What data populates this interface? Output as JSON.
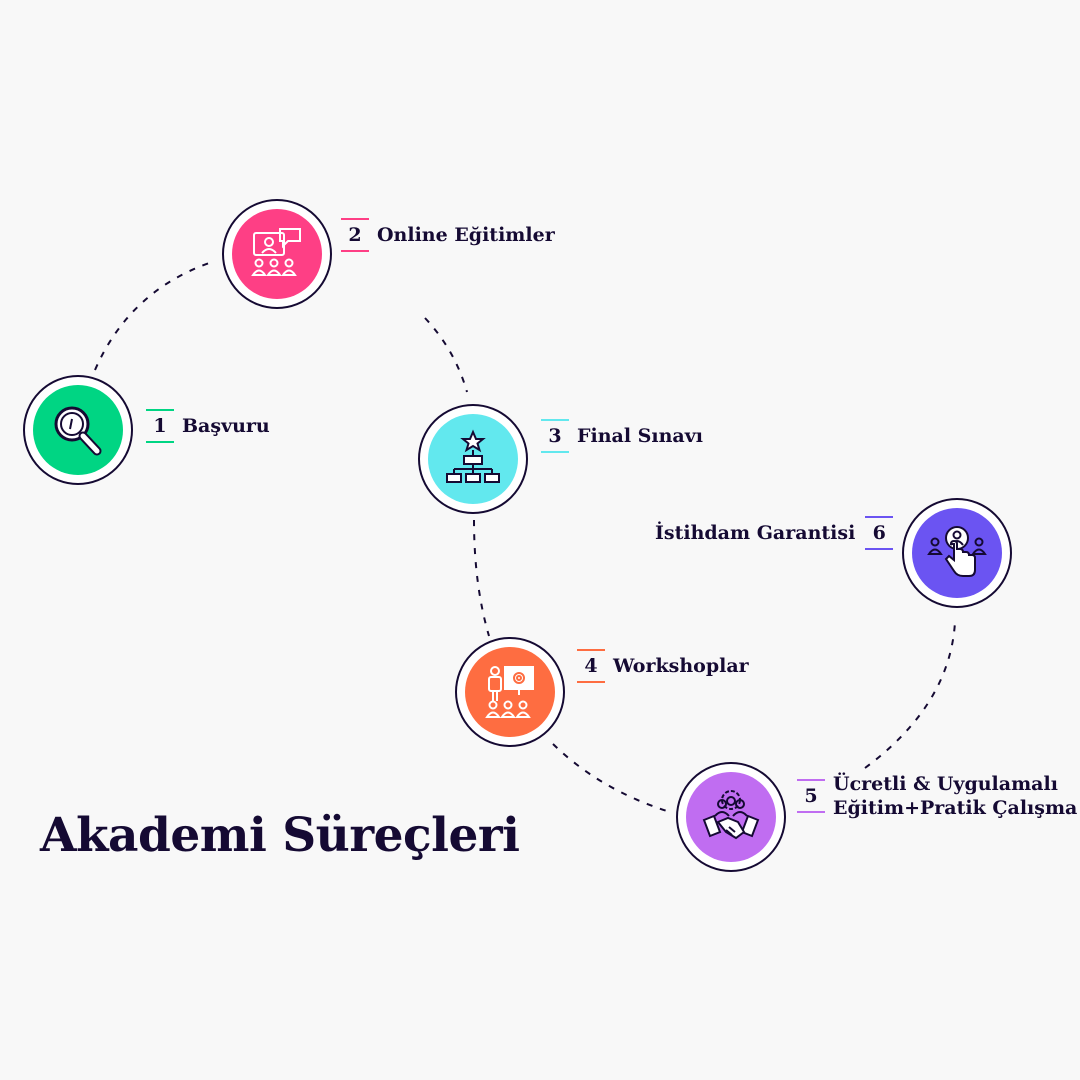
{
  "title": "Akademi Süreçleri",
  "steps": [
    {
      "number": "1",
      "label": "Başvuru",
      "color": "#00d583",
      "icon": "magnifier-icon"
    },
    {
      "number": "2",
      "label": "Online Eğitimler",
      "color": "#fe3f85",
      "icon": "online-training-icon"
    },
    {
      "number": "3",
      "label": "Final Sınavı",
      "color": "#62e8ee",
      "icon": "hierarchy-star-icon"
    },
    {
      "number": "4",
      "label": "Workshoplar",
      "color": "#fe6d41",
      "icon": "workshop-presentation-icon"
    },
    {
      "number": "5",
      "label_line1": "Ücretli & Uygulamalı",
      "label_line2": "Eğitim+Pratik Çalışma",
      "color": "#c06df1",
      "icon": "handshake-team-icon"
    },
    {
      "number": "6",
      "label": "İstihdam Garantisi",
      "color": "#6b54f2",
      "icon": "hand-select-person-icon"
    }
  ],
  "colors": {
    "ink": "#150a33",
    "background": "#f8f8f8"
  }
}
